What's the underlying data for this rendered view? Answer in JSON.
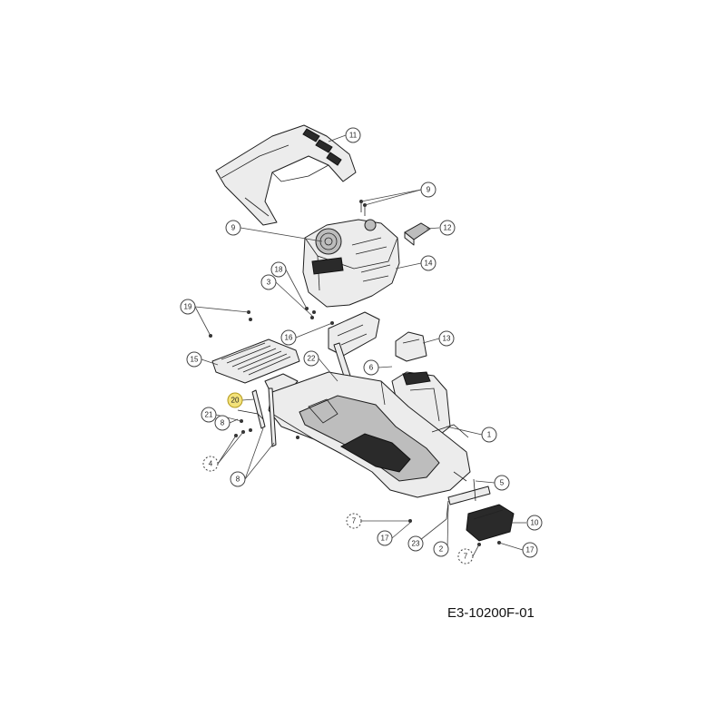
{
  "diagram": {
    "document_code": "E3-10200F-01",
    "highlight_color": "#f3e27a",
    "callouts": [
      {
        "id": "c11",
        "label": "11",
        "style": "solid"
      },
      {
        "id": "c9a",
        "label": "9",
        "style": "solid"
      },
      {
        "id": "c9b",
        "label": "9",
        "style": "solid"
      },
      {
        "id": "c12",
        "label": "12",
        "style": "solid"
      },
      {
        "id": "c14",
        "label": "14",
        "style": "solid"
      },
      {
        "id": "c18",
        "label": "18",
        "style": "solid"
      },
      {
        "id": "c3",
        "label": "3",
        "style": "solid"
      },
      {
        "id": "c19",
        "label": "19",
        "style": "solid"
      },
      {
        "id": "c16",
        "label": "16",
        "style": "solid"
      },
      {
        "id": "c13",
        "label": "13",
        "style": "solid"
      },
      {
        "id": "c22",
        "label": "22",
        "style": "solid"
      },
      {
        "id": "c15",
        "label": "15",
        "style": "solid"
      },
      {
        "id": "c6",
        "label": "6",
        "style": "solid"
      },
      {
        "id": "c20",
        "label": "20",
        "style": "highlight"
      },
      {
        "id": "c21",
        "label": "21",
        "style": "solid"
      },
      {
        "id": "c8a",
        "label": "8",
        "style": "solid"
      },
      {
        "id": "c1",
        "label": "1",
        "style": "solid"
      },
      {
        "id": "c4",
        "label": "4",
        "style": "dashed"
      },
      {
        "id": "c8b",
        "label": "8",
        "style": "solid"
      },
      {
        "id": "c5",
        "label": "5",
        "style": "solid"
      },
      {
        "id": "c7a",
        "label": "7",
        "style": "dashed"
      },
      {
        "id": "c10",
        "label": "10",
        "style": "solid"
      },
      {
        "id": "c17a",
        "label": "17",
        "style": "solid"
      },
      {
        "id": "c23",
        "label": "23",
        "style": "solid"
      },
      {
        "id": "c2",
        "label": "2",
        "style": "solid"
      },
      {
        "id": "c7b",
        "label": "7",
        "style": "dashed"
      },
      {
        "id": "c17b",
        "label": "17",
        "style": "solid"
      }
    ]
  }
}
